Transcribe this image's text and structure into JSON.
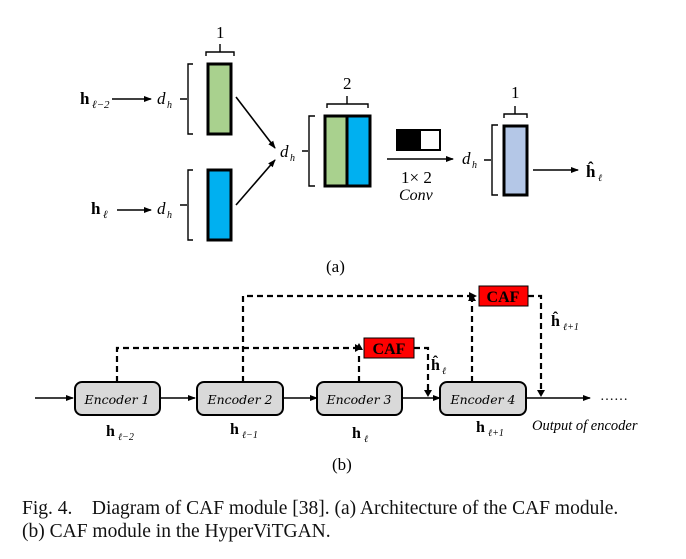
{
  "figure": {
    "part_a": {
      "label": "(a)",
      "inputs": [
        {
          "symbol": "h",
          "subscript": "ℓ−2",
          "dim": "d",
          "dim_sub": "h",
          "color": "#a9d18e"
        },
        {
          "symbol": "h",
          "subscript": "ℓ",
          "dim": "d",
          "dim_sub": "h",
          "color": "#00b0f0"
        }
      ],
      "width_label_single": "1",
      "width_label_concat": "2",
      "concat_dim": "d",
      "concat_dim_sub": "h",
      "conv_kernel": "1× 2",
      "conv_label": "Conv",
      "output_dim": "d",
      "output_dim_sub": "h",
      "output_width_label": "1",
      "output_color": "#b4c7e7",
      "output_symbol": "ĥ",
      "output_subscript": "ℓ"
    },
    "part_b": {
      "label": "(b)",
      "encoders": [
        {
          "label": "Encoder 1",
          "symbol": "h",
          "subscript": "ℓ−2"
        },
        {
          "label": "Encoder 2",
          "symbol": "h",
          "subscript": "ℓ−1"
        },
        {
          "label": "Encoder 3",
          "symbol": "h",
          "subscript": "ℓ"
        },
        {
          "label": "Encoder 4",
          "symbol": "h",
          "subscript": "ℓ+1"
        }
      ],
      "caf_modules": [
        {
          "label": "CAF",
          "out_symbol": "ĥ",
          "out_subscript": "ℓ"
        },
        {
          "label": "CAF",
          "out_symbol": "ĥ",
          "out_subscript": "ℓ+1"
        }
      ],
      "caf_color": "#ff0000",
      "encoder_fill": "#d9d9d9",
      "ellipsis": "……",
      "output_label": "Output of encoder"
    },
    "caption": {
      "line1": "Fig. 4.    Diagram of CAF module [38]. (a) Architecture of the CAF module.",
      "line2": "(b) CAF module in the HyperViTGAN."
    }
  }
}
